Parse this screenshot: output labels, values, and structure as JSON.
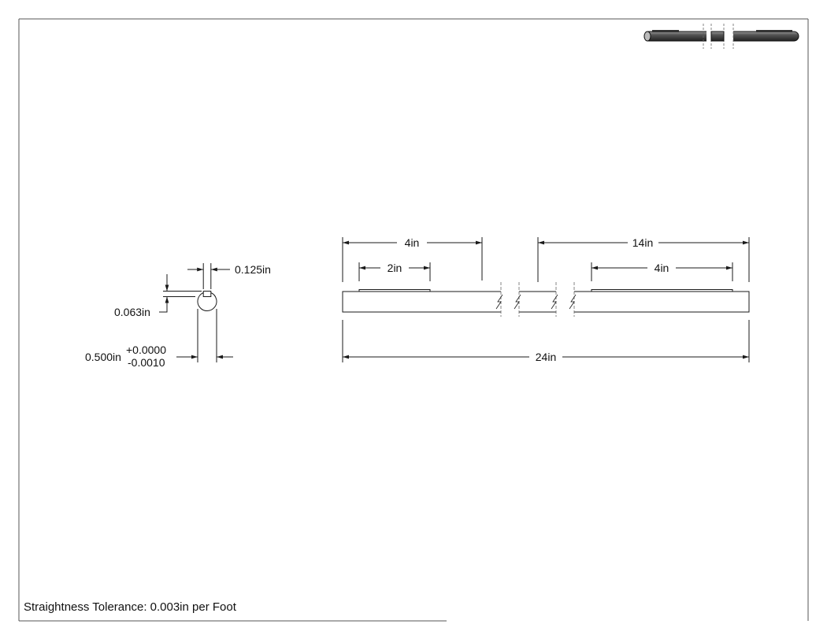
{
  "colors": {
    "line": "#1a1a1a",
    "rod": "#444444",
    "rod_highlight": "#9a9a9a",
    "paper": "#ffffff"
  },
  "end_view": {
    "keyway_width": "0.125in",
    "keyway_depth": "0.063in",
    "diameter": "0.500in",
    "tol_plus": "+0.0000",
    "tol_minus": "-0.0010"
  },
  "side_view": {
    "left_key_offset": "4in",
    "left_key_length": "2in",
    "right_key_offset": "14in",
    "right_key_length": "4in",
    "overall_length": "24in"
  },
  "note": "Straightness Tolerance: 0.003in per Foot",
  "thumbnail_icon": "keyed-shaft-3d-icon"
}
